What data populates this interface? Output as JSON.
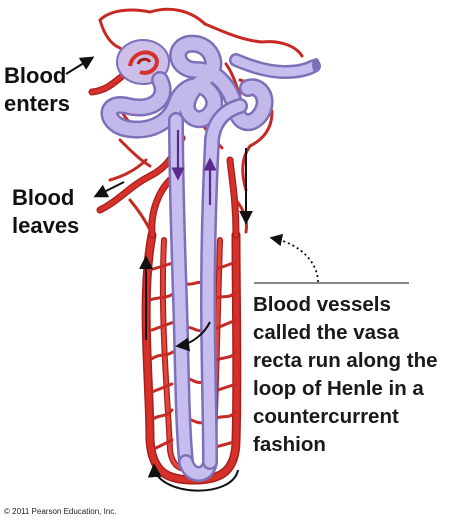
{
  "labels": {
    "blood_enters": [
      "Blood",
      "enters"
    ],
    "blood_leaves": [
      "Blood",
      "leaves"
    ]
  },
  "callout": {
    "lines": [
      "Blood vessels",
      "called the vasa",
      "recta run along the",
      "loop of Henle in a",
      "countercurrent",
      "fashion"
    ]
  },
  "copyright": "© 2011 Pearson Education, Inc.",
  "colors": {
    "vessel": "#d6302a",
    "vessel_dark": "#a81d1a",
    "tubule": "#b3a8dc",
    "tubule_dark": "#7e70b8",
    "flow_arrow": "#5a2a8a",
    "arrow": "#111111"
  },
  "icons": {
    "glomerulus": "glomerulus-icon",
    "flow_arrow": "arrow-icon"
  }
}
